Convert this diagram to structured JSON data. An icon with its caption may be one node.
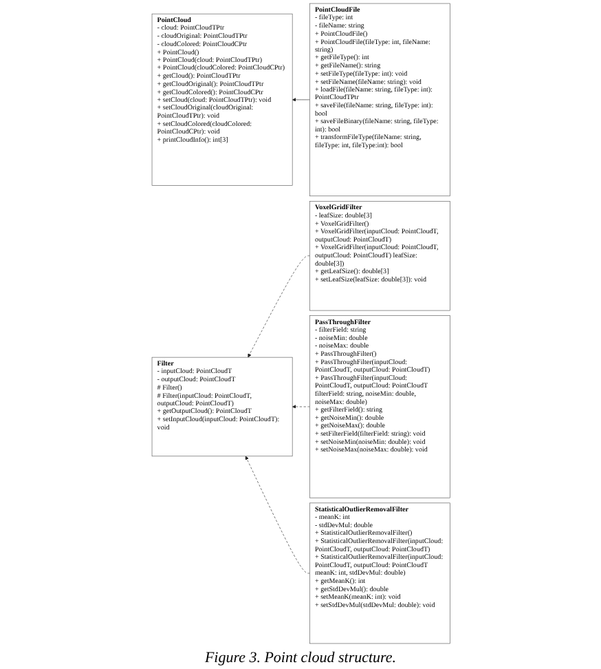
{
  "diagram": {
    "caption": "Figure 3. Point cloud structure.",
    "nodes": [
      {
        "text": [
          "PointCloud",
          "- cloud: PointCloudTPtr",
          "- cloudOriginal: PointCloudTPtr",
          "- cloudColored: PointCloudCPtr",
          "+ PointCloud()",
          "+ PointCloud(cloud: PointCloudTPtr)",
          "+ PointCloud(cloudColored: PointCloudCPtr)",
          "+ getCloud(): PointCloudTPtr",
          "+ getCloudOriginal(): PointCloudTPtr",
          "+ getCloudColored(): PointCloudCPtr",
          "+ setCloud(cloud: PointCloudTPtr): void",
          "+ setCloudOriginal(cloudOriginal: PointCloudTPtr): void",
          "+ setCloudColored(cloudColored: PointCloudCPtr): void",
          "+ printCloudInfo(): int[3]"
        ]
      },
      {
        "text": [
          "PointCloudFile",
          "- fileType: int",
          "- fileName: string",
          "+ PointCloudFile()",
          "+ PointCloudFile(fileType: int, fileName: string)",
          "+ getFileType(): int",
          "+ getFileName(): string",
          "+ setFileType(fileType: int): void",
          "+ setFileName(fileName: string): void",
          "+ loadFile(fileName: string, fileType: int): PointCloudTPtr",
          "+ saveFile(fileName: string, fileType: int): bool",
          "+ saveFileBinary(fileName: string, fileType: int): bool",
          "+ transformFileType(fileName: string, fileType: int, fileType:int): bool"
        ]
      },
      {
        "text": [
          "Filter",
          "- inputCloud: PointCloudT",
          "- outputCloud: PointCloudT",
          "# Filter()",
          "# Filter(inputCloud: PointCloudT, outputCloud: PointCloudT)",
          "+ getOutputCloud(): PointCloudT",
          "+ setInputCloud(inputCloud: PointCloudT): void"
        ]
      },
      {
        "text": [
          "VoxelGridFilter",
          "- leafSize: double[3]",
          "+ VoxelGridFilter()",
          "+ VoxelGridFilter(inputCloud: PointCloudT, outputCloud: PointCloudT)",
          "+ VoxelGridFilter(inputCloud: PointCloudT, outputCloud: PointCloudT) leafSize: double[3])",
          "+ getLeafSize(): double[3]",
          "+ setLeafSize(leafSize: double[3]): void"
        ]
      },
      {
        "text": [
          "PassThroughFilter",
          "- filterField: string",
          "- noiseMin: double",
          "- noiseMax: double",
          "+ PassThroughFilter()",
          "+ PassThroughFilter(inputCloud: PointCloudT, outputCloud: PointCloudT)",
          "+ PassThroughFilter(inputCloud: PointCloudT, outputCloud: PointCloudT filterField: string, noiseMin: double, noiseMax: double)",
          "+ getFilterField(): string",
          "+ getNoiseMin(): double",
          "+ getNoiseMax(): double",
          "+ setFilterField(filterField: string): void",
          "+ setNoiseMin(noiseMin: double): void",
          "+ setNoiseMax(noiseMax: double): void"
        ]
      },
      {
        "text": [
          "StatisticalOutlierRemovalFilter",
          "- meanK: int",
          "- stdDevMul: double",
          "+ StatisticalOutlierRemovalFilter()",
          "+ StatisticalOutlierRemovalFilter(inputCloud: PointCloudT, outputCloud: PointCloudT)",
          "+ StatisticalOutlierRemovalFilter(inputCloud: PointCloudT, outputCloud: PointCloudT meanK: int, stdDevMul: double)",
          "+ getMeanK(): int",
          "+ getStdDevMul(): double",
          "+ setMeanK(meanK: int): void",
          "+ setStdDevMul(stdDevMul: double): void"
        ]
      }
    ],
    "edges": [
      {
        "from": 1,
        "to": 0,
        "arrow": "to"
      },
      {
        "from": 3,
        "to": 2,
        "arrow": "to",
        "style": "dashed"
      },
      {
        "from": 4,
        "to": 2,
        "arrow": "to",
        "style": "dashed"
      },
      {
        "from": 5,
        "to": 2,
        "arrow": "to",
        "style": "dashed"
      }
    ]
  }
}
